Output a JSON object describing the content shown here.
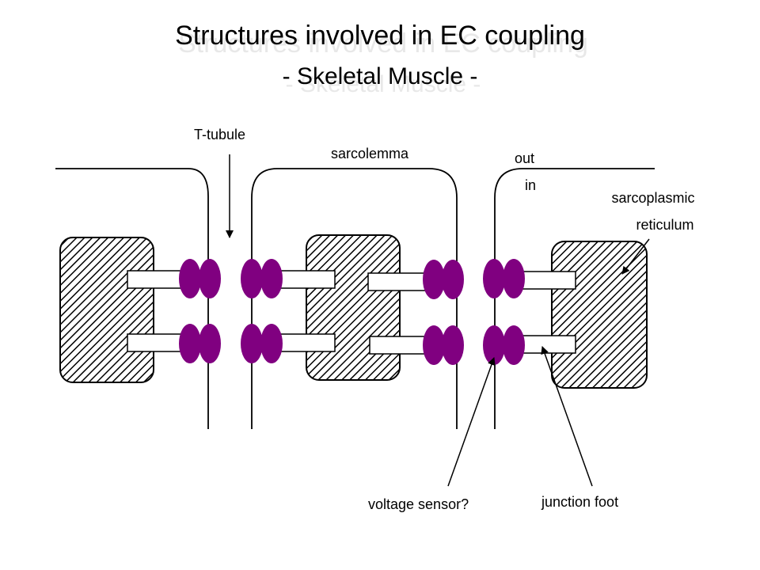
{
  "title": {
    "line1": "Structures involved in EC coupling",
    "line2": "- Skeletal Muscle -"
  },
  "labels": {
    "t_tubule": "T-tubule",
    "sarcolemma": "sarcolemma",
    "out": "out",
    "in": "in",
    "sr_line1": "sarcoplasmic",
    "sr_line2": "reticulum",
    "voltage_sensor": "voltage sensor?",
    "junction_foot": "junction foot"
  },
  "colors": {
    "sensor": "#800080",
    "stroke": "#000000",
    "background": "#ffffff"
  }
}
